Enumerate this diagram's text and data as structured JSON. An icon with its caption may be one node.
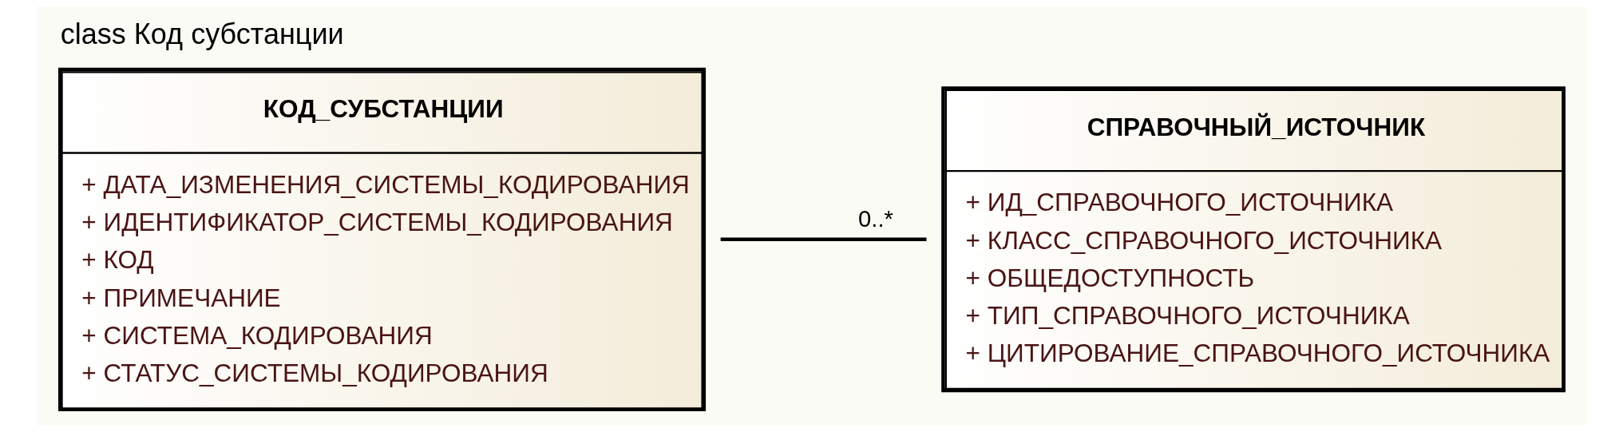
{
  "diagram": {
    "title": "class Код субстанции",
    "nodes": [
      {
        "text": [
          "КОД_СУБСТАНЦИИ",
          "+ ДАТА_ИЗМЕНЕНИЯ_СИСТЕМЫ_КОДИРОВАНИЯ",
          "+ ИДЕНТИФИКАТОР_СИСТЕМЫ_КОДИРОВАНИЯ",
          "+ КОД",
          "+ ПРИМЕЧАНИЕ",
          "+ СИСТЕМА_КОДИРОВАНИЯ",
          "+ СТАТУС_СИСТЕМЫ_КОДИРОВАНИЯ"
        ]
      },
      {
        "text": [
          "СПРАВОЧНЫЙ_ИСТОЧНИК",
          "+ ИД_СПРАВОЧНОГО_ИСТОЧНИКА",
          "+ КЛАСС_СПРАВОЧНОГО_ИСТОЧНИКА",
          "+ ОБЩЕДОСТУПНОСТЬ",
          "+ ТИП_СПРАВОЧНОГО_ИСТОЧНИКА",
          "+ ЦИТИРОВАНИЕ_СПРАВОЧНОГО_ИСТОЧНИКА"
        ]
      }
    ],
    "edges": [
      {
        "from": 0,
        "to": 1,
        "arrow": "none",
        "label": "0..*"
      }
    ]
  }
}
